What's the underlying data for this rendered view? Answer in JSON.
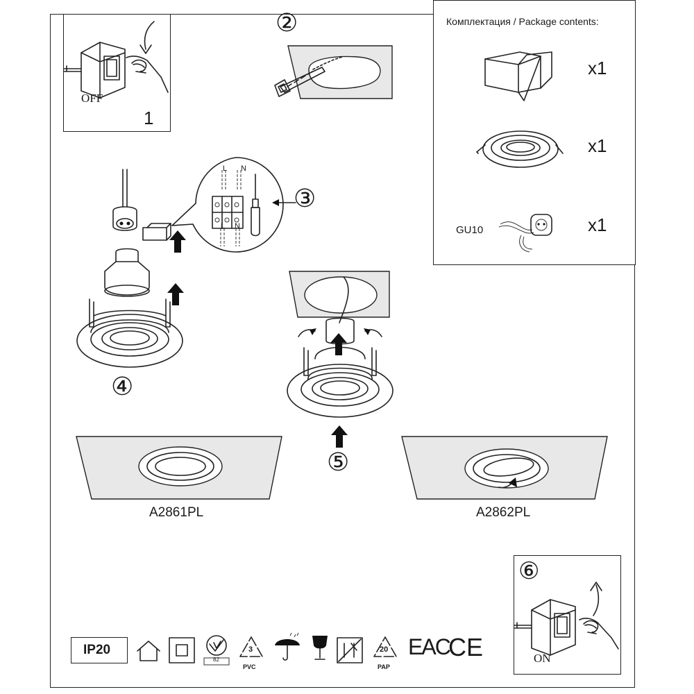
{
  "steps": {
    "s1_label": "1",
    "s1_state": "OFF",
    "s2_label": "②",
    "s3_label": "③",
    "s4_label": "④",
    "s5_label": "⑤",
    "s6_label": "⑥",
    "s6_state": "ON"
  },
  "wiring": {
    "l_label": "L",
    "n_label": "N",
    "l_bottom": "L",
    "n_bottom": "N"
  },
  "package": {
    "title": "Комплектация / Package contents:",
    "items": [
      {
        "icon": "box-icon",
        "qty": "x1"
      },
      {
        "icon": "downlight-ring-icon",
        "qty": "x1"
      },
      {
        "label": "GU10",
        "icon": "gu10-socket-icon",
        "qty": "x1"
      }
    ]
  },
  "models": {
    "left": "A2861PL",
    "right": "A2862PL"
  },
  "certs": {
    "ip": "IP20",
    "recycle_1": "3",
    "recycle_1_sub": "PVC",
    "recycle_2": "20",
    "recycle_2_sub": "PAP",
    "eac": "EAC",
    "ce": "CE",
    "code": "82"
  }
}
